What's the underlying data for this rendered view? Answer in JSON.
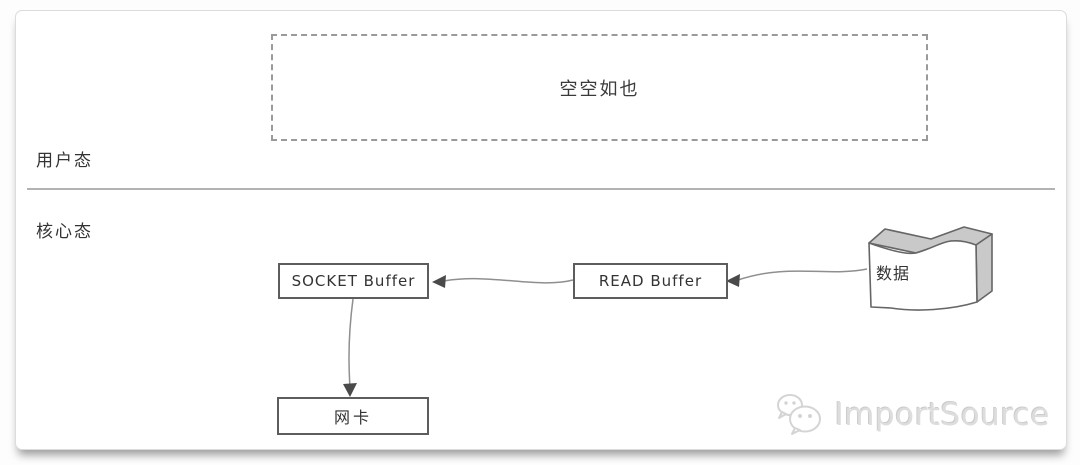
{
  "diagram": {
    "user_mode_label": "用户态",
    "kernel_mode_label": "核心态",
    "empty_box_label": "空空如也",
    "nodes": {
      "socket_buffer": "SOCKET Buffer",
      "read_buffer": "READ Buffer",
      "network_card": "网卡",
      "data_block": "数据"
    },
    "edges": [
      {
        "from": "data_block",
        "to": "read_buffer"
      },
      {
        "from": "read_buffer",
        "to": "socket_buffer"
      },
      {
        "from": "socket_buffer",
        "to": "network_card"
      }
    ]
  },
  "watermark": {
    "text": "ImportSource",
    "icon": "wechat-icon"
  },
  "colors": {
    "box_border": "#5d5d5d",
    "dashed_border": "#9a9a9a",
    "divider": "#b3b3b3",
    "arrow": "#8f8f8f",
    "arrowhead": "#4a4a4a",
    "slab_shade": "#c9c9c9",
    "watermark_gray": "#dddddd"
  }
}
